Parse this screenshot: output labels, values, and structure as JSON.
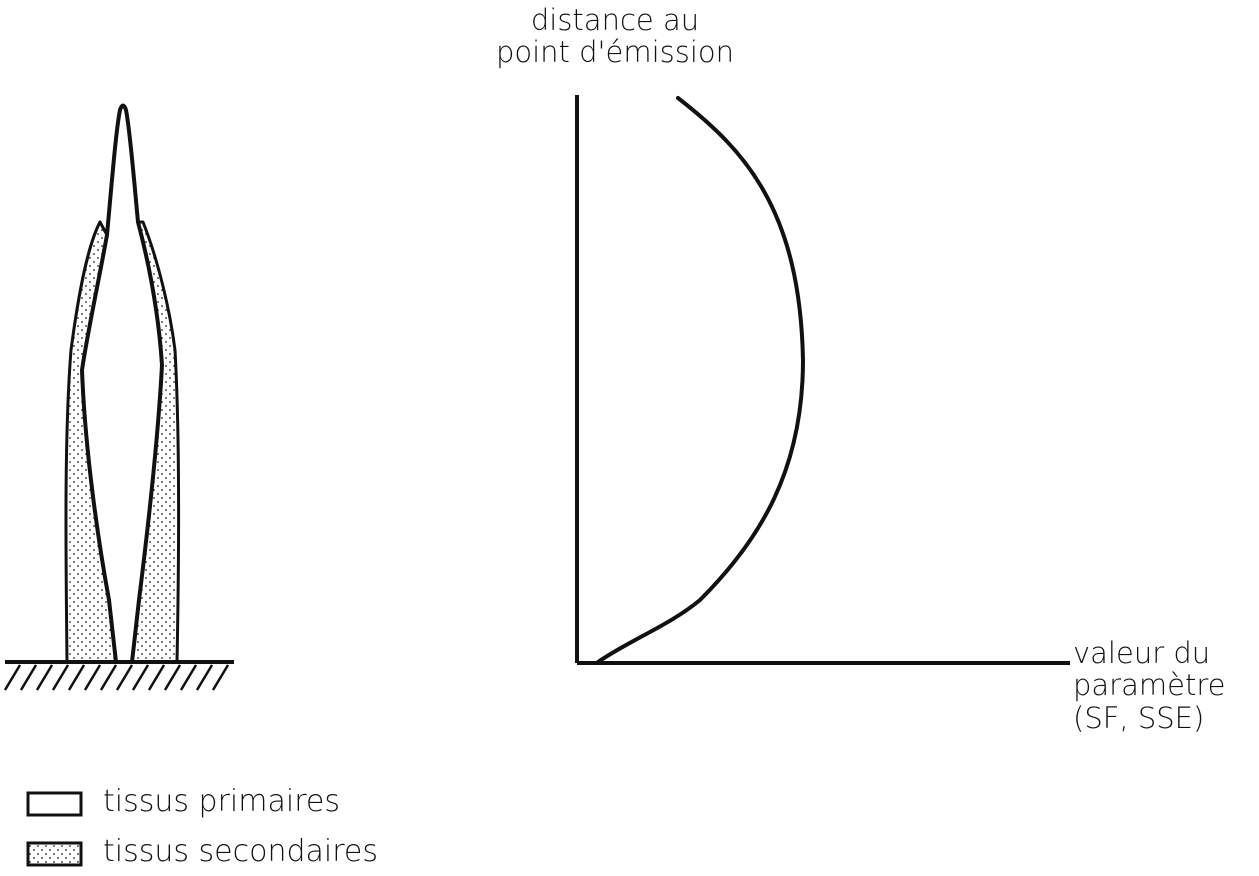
{
  "graph": {
    "y_axis_label_line1": "distance au",
    "y_axis_label_line2": "point d'émission",
    "x_axis_label_line1": "valeur du",
    "x_axis_label_line2": "paramètre",
    "x_axis_label_line3": "(SF, SSE)"
  },
  "legend": {
    "items": [
      {
        "label": "tissus primaires",
        "swatch": "primary-tissue-swatch"
      },
      {
        "label": "tissus secondaires",
        "swatch": "secondary-tissue-swatch"
      }
    ]
  },
  "colors": {
    "ink": "#111111",
    "background": "#ffffff"
  }
}
